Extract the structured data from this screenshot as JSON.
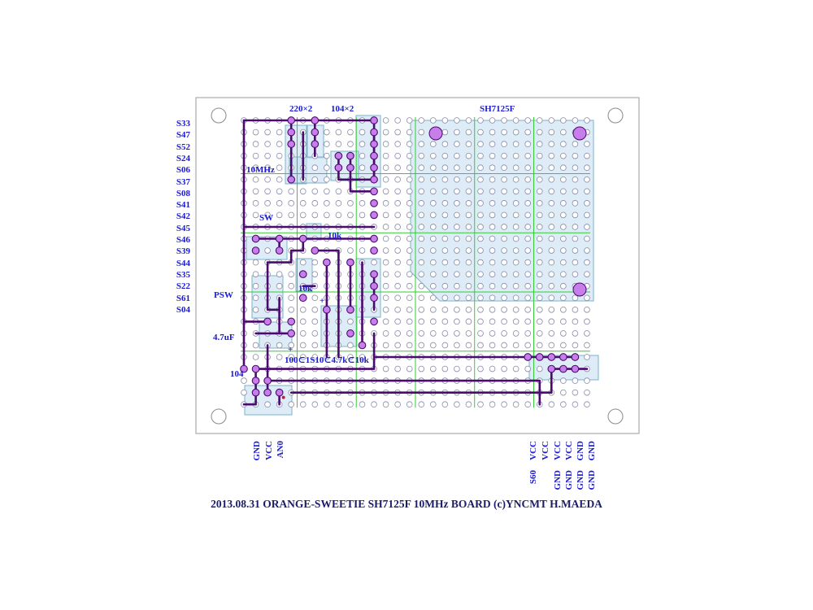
{
  "board": {
    "chip_label": "SH7125F",
    "caption": "2013.08.31 ORANGE-SWEETIE SH7125F 10MHz BOARD (c)YNCMT H.MAEDA"
  },
  "signals_left": [
    "S33",
    "S47",
    "S52",
    "S24",
    "S06",
    "S37",
    "S08",
    "S41",
    "S42",
    "S45",
    "S46",
    "S39",
    "S44",
    "S35",
    "S22",
    "S61",
    "S04"
  ],
  "components": {
    "r220x2": "220×2",
    "c104x2": "104×2",
    "xtal": "10MHz",
    "sw": "SW",
    "r10k_top": "10k",
    "r10k_mid": "10k",
    "psw": "PSW",
    "cap47": "4.7uF",
    "plus_a": "+",
    "plus_b": "+",
    "bottom_row": "100⊂1S10⊂4.7k⊂10k",
    "c104": "104"
  },
  "bottom_pins_left": [
    "GND",
    "VCC",
    "AN0"
  ],
  "bottom_pins_right_top": [
    "VCC",
    "VCC",
    "VCC",
    "VCC",
    "GND",
    "GND"
  ],
  "bottom_pins_right_bottom": [
    "S60",
    "GND",
    "GND",
    "GND",
    "GND"
  ],
  "colors": {
    "hole": "#8a8aa8",
    "grid_green": "#33cc33",
    "trace": "#4b0a6e",
    "pad": "#c77dea",
    "text": "#1a1ad0",
    "part_fill": "#c6e0f0"
  }
}
